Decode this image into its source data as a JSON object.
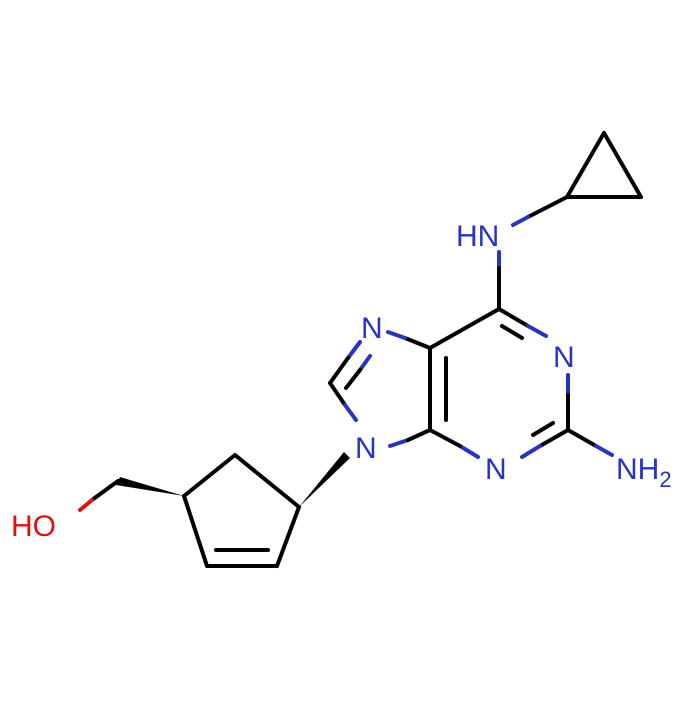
{
  "molecule": {
    "atom_labels": {
      "nh_cyclopropyl": "HN",
      "n7": "N",
      "n1": "N",
      "n9": "N",
      "n3": "N",
      "nh2_main": "NH",
      "nh2_sub": "2",
      "oh": "HO"
    },
    "colors": {
      "nitrogen": "#2832c8",
      "oxygen": "#e01010",
      "bond": "#000000",
      "background": "#ffffff"
    }
  }
}
